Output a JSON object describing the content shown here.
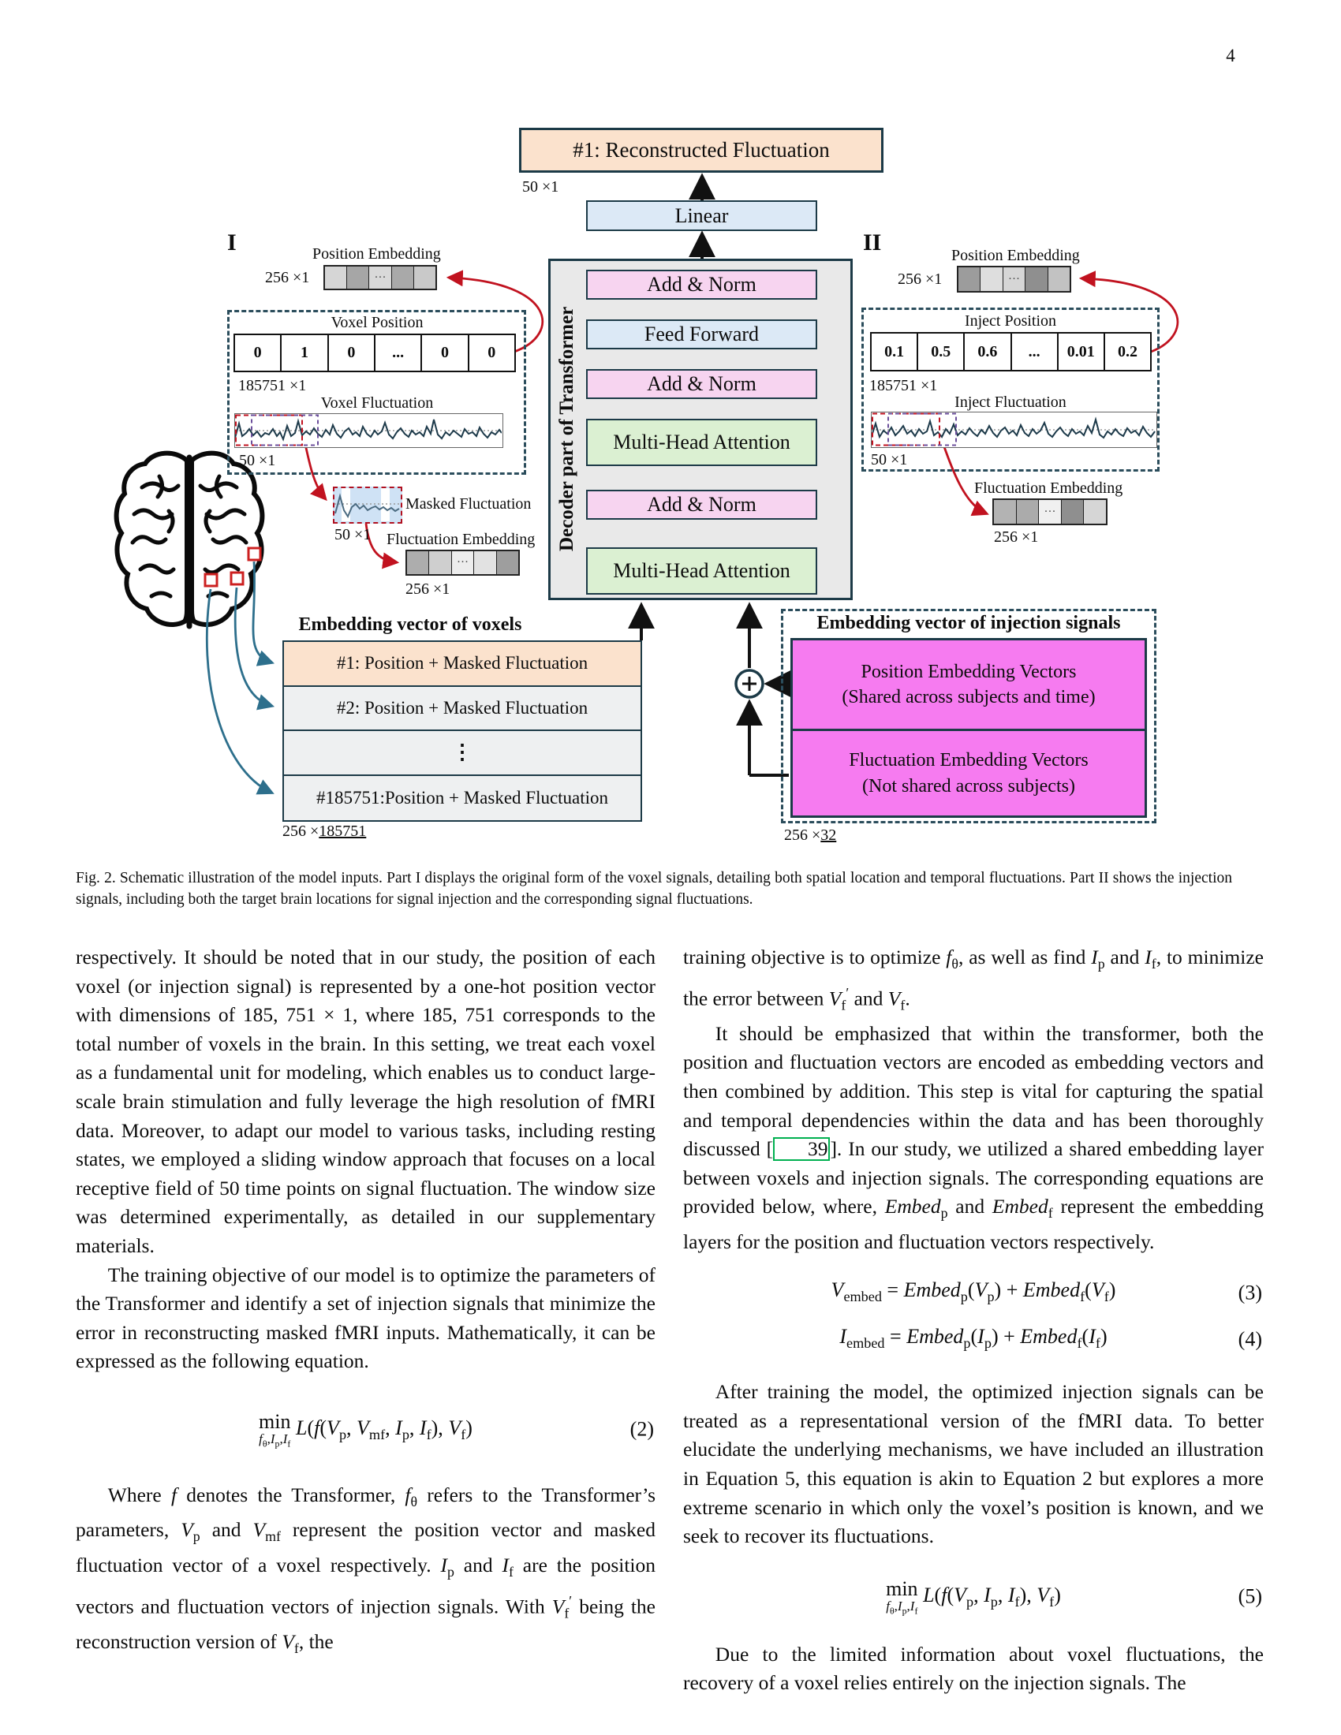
{
  "page_number": "4",
  "colors": {
    "peach": "#fbe2cd",
    "light_blue": "#dce9f6",
    "pink": "#f7d4f0",
    "green": "#dbf0d2",
    "magenta": "#f67bf0",
    "decoder_bg": "#e9e9e9",
    "border": "#1c3a47",
    "red_arrow": "#c1121f",
    "teal_arrow": "#2d6f8c",
    "cite_green": "#00b050",
    "masked_blue": "#cfe2f5"
  },
  "figure": {
    "ellipsis_cells": "···",
    "recon_label": "#1: Reconstructed Fluctuation",
    "linear_label": "Linear",
    "decoder_side_label": "Decoder part of Transformer",
    "decoder_layers": [
      "Add & Norm",
      "Feed Forward",
      "Add & Norm",
      "Multi-Head Attention",
      "Add & Norm",
      "Multi-Head Attention"
    ],
    "dims": {
      "fifty": "50 ×1",
      "two56": "256 ×1",
      "big": "185751 ×1",
      "mat_prefix": "256 ×",
      "voxel_count": "185751",
      "inject_count": "32"
    },
    "part1": {
      "label": "I",
      "position_embedding": "Position Embedding",
      "voxel_position": "Voxel Position",
      "voxel_cells": [
        "0",
        "1",
        "0",
        "...",
        "0",
        "0"
      ],
      "voxel_fluctuation": "Voxel Fluctuation",
      "masked_fluctuation": "Masked Fluctuation",
      "fluctuation_embedding": "Fluctuation Embedding",
      "embedding_title": "Embedding vector of voxels",
      "rows": [
        "#1: Position + Masked Fluctuation",
        "#2: Position + Masked Fluctuation",
        "⋮",
        "#185751:Position + Masked Fluctuation"
      ]
    },
    "part2": {
      "label": "II",
      "position_embedding": "Position Embedding",
      "inject_position": "Inject Position",
      "inject_cells": [
        "0.1",
        "0.5",
        "0.6",
        "...",
        "0.01",
        "0.2"
      ],
      "inject_fluctuation": "Inject Fluctuation",
      "fluctuation_embedding": "Fluctuation Embedding",
      "embedding_title": "Embedding vector of injection signals",
      "plus_symbol": "+",
      "position_box": [
        "Position Embedding Vectors",
        "(Shared across subjects and time)"
      ],
      "fluctuation_box": [
        "Fluctuation Embedding Vectors",
        "(Not shared across subjects)"
      ]
    }
  },
  "caption": "Fig. 2.  Schematic illustration of the model inputs. Part I displays the original form of the voxel signals, detailing both spatial location and temporal fluctuations. Part II shows the injection signals, including both the target brain locations for signal injection and the corresponding signal fluctuations.",
  "left_column": {
    "p1": "respectively. It should be noted that in our study, the position of each voxel (or injection signal) is represented by a one-hot position vector with dimensions of 185, 751 × 1, where 185, 751 corresponds to the total number of voxels in the brain. In this setting, we treat each voxel as a fundamental unit for modeling, which enables us to conduct large-scale brain stimulation and fully leverage the high resolution of fMRI data. Moreover, to adapt our model to various tasks, including resting states, we employed a sliding window approach that focuses on a local receptive field of 50 time points on signal fluctuation. The window size was determined experimentally, as detailed in our supplementary materials.",
    "p2": "The training objective of our model is to optimize the parameters of the Transformer and identify a set of injection signals that minimize the error in reconstructing masked fMRI inputs. Mathematically, it can be expressed as the following equation.",
    "eq2": {
      "min": "min",
      "min_sub": "*f*_{θ},*I*_{p},*I*_{f}",
      "body": "  *L*(*f*(*V*_{p}, *V*_{mf}, *I*_{p}, *I*_{f}), *V*_{f})",
      "num": "(2)"
    },
    "p3": "Where *f* denotes the Transformer, *f*_{θ} refers to the Transformer’s parameters, *V*_{p} and *V*_{mf} represent the position vector and masked fluctuation vector of a voxel respectively. *I*_{p} and *I*_{f} are the position vectors and fluctuation vectors of injection signals. With *V*_{f}^{′} being the reconstruction version of *V*_{f}, the"
  },
  "right_column": {
    "p1": "training objective is to optimize *f*_{θ}, as well as find *I*_{p} and *I*_{f}, to minimize the error between *V*_{f}^{′} and *V*_{f}.",
    "p2": "It should be emphasized that within the transformer, both the position and fluctuation vectors are encoded as embedding vectors and then combined by addition. This step is vital for capturing the spatial and temporal dependencies within the data and has been thoroughly discussed [[39]]. In our study, we utilized a shared embedding layer between voxels and injection signals. The corresponding equations are provided below, where, *Embed*_{p} and *Embed*_{f} represent the embedding layers for the position and fluctuation vectors respectively.",
    "eq3": {
      "body": "*V*_{embed} = *Embed*_{p}(*V*_{p}) + *Embed*_{f}(*V*_{f})",
      "num": "(3)"
    },
    "eq4": {
      "body": "*I*_{embed} = *Embed*_{p}(*I*_{p}) + *Embed*_{f}(*I*_{f})",
      "num": "(4)"
    },
    "p3": "After training the model, the optimized injection signals can be treated as a representational version of the fMRI data. To better elucidate the underlying mechanisms, we have included an illustration in Equation 5, this equation is akin to Equation 2 but explores a more extreme scenario in which only the voxel’s position is known, and we seek to recover its fluctuations.",
    "eq5": {
      "min": "min",
      "min_sub": "*f*_{θ},*I*_{p},*I*_{f}",
      "body": "  *L*(*f*(*V*_{p}, *I*_{p}, *I*_{f}), *V*_{f})",
      "num": "(5)"
    },
    "p4": "Due to the limited information about voxel fluctuations, the recovery of a voxel relies entirely on the injection signals. The"
  }
}
